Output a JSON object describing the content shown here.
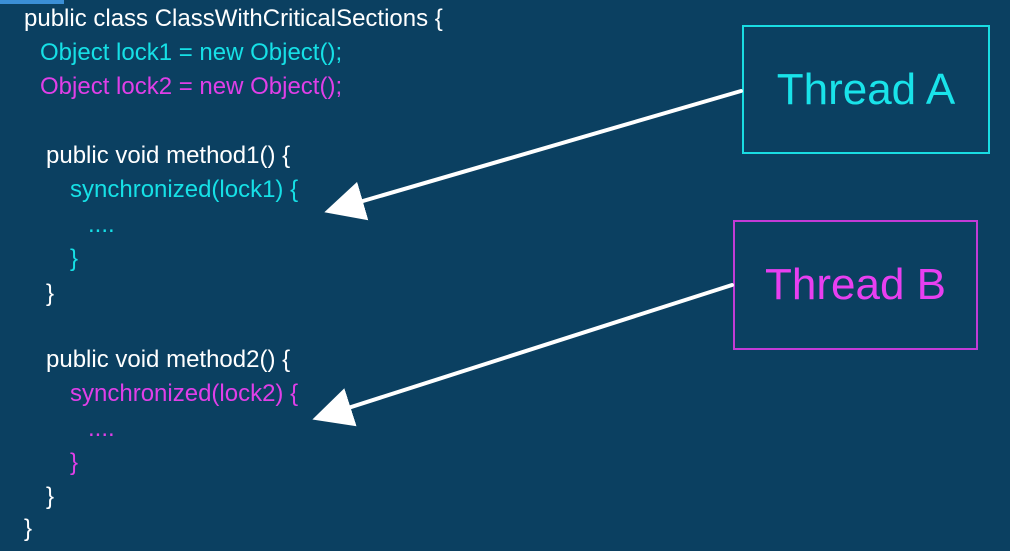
{
  "code": {
    "line1": "public class ClassWithCriticalSections {",
    "line2": "Object lock1 = new Object();",
    "line3": "Object lock2 = new Object();",
    "line4": "public void method1() {",
    "line5": "synchronized(lock1) {",
    "line6": "....",
    "line7": "}",
    "line8": "}",
    "line9": "public void method2() {",
    "line10": "synchronized(lock2) {",
    "line11": "....",
    "line12": "}",
    "line13": "}",
    "line14": "}"
  },
  "threads": {
    "a_label": "Thread A",
    "b_label": "Thread B"
  },
  "colors": {
    "background": "#0b4061",
    "code_default": "#ffffff",
    "lock1_cyan": "#16e0e6",
    "lock2_magenta": "#e03fe8",
    "arrow": "#ffffff"
  }
}
